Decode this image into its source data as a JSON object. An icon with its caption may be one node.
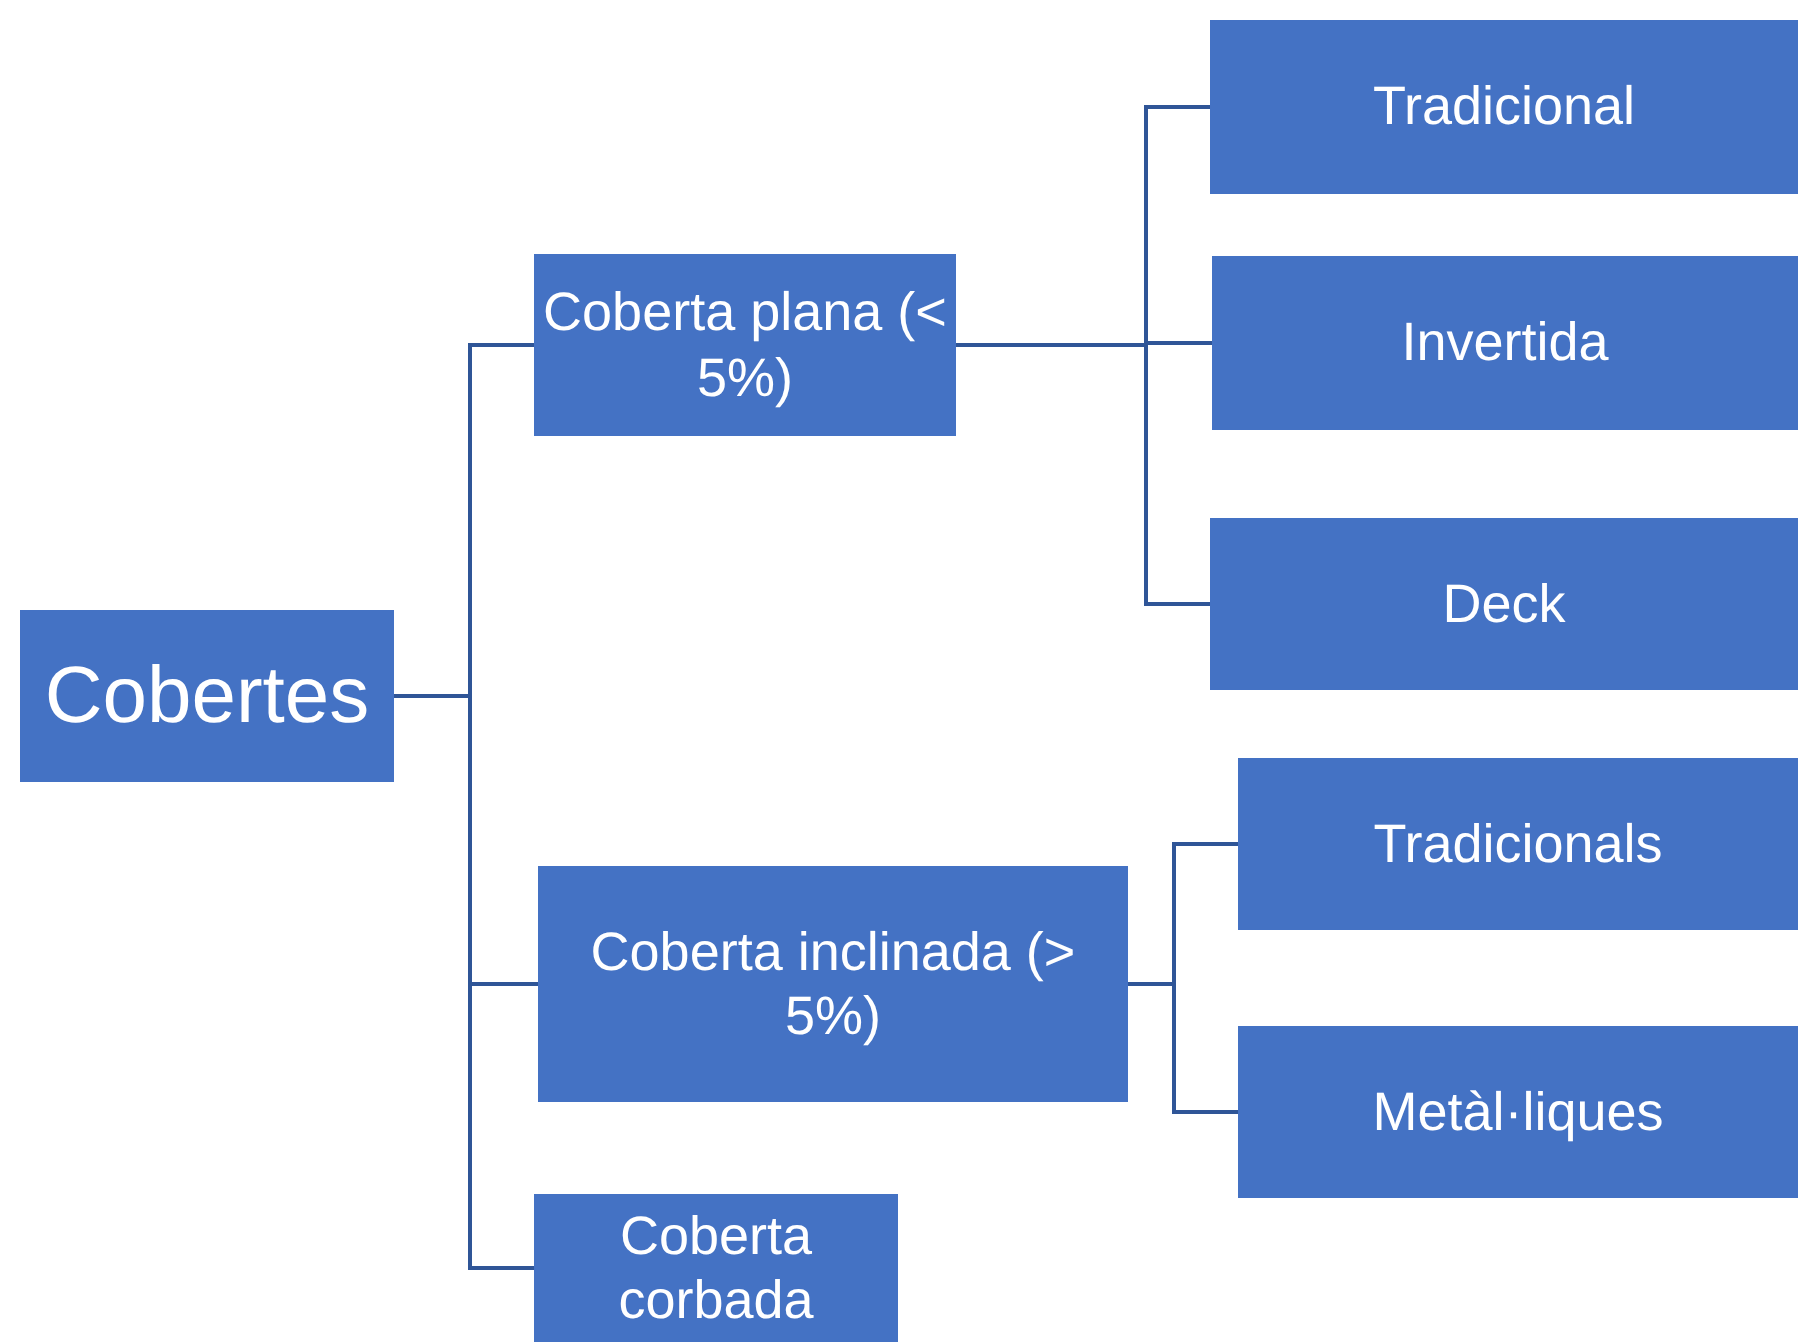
{
  "diagram": {
    "nodes": [
      {
        "text": [
          "Cobertes"
        ]
      },
      {
        "text": [
          "Coberta plana (< 5%)"
        ]
      },
      {
        "text": [
          "Coberta inclinada (> 5%)"
        ]
      },
      {
        "text": [
          "Coberta corbada"
        ]
      },
      {
        "text": [
          "Tradicional"
        ]
      },
      {
        "text": [
          "Invertida"
        ]
      },
      {
        "text": [
          "Deck"
        ]
      },
      {
        "text": [
          "Tradicionals"
        ]
      },
      {
        "text": [
          "Metàl·liques"
        ]
      }
    ],
    "edges": [
      {
        "from": 0,
        "to": 1,
        "arrow": "none"
      },
      {
        "from": 0,
        "to": 2,
        "arrow": "none"
      },
      {
        "from": 0,
        "to": 3,
        "arrow": "none"
      },
      {
        "from": 1,
        "to": 4,
        "arrow": "none"
      },
      {
        "from": 1,
        "to": 5,
        "arrow": "none"
      },
      {
        "from": 1,
        "to": 6,
        "arrow": "none"
      },
      {
        "from": 2,
        "to": 7,
        "arrow": "none"
      },
      {
        "from": 2,
        "to": 8,
        "arrow": "none"
      }
    ]
  }
}
